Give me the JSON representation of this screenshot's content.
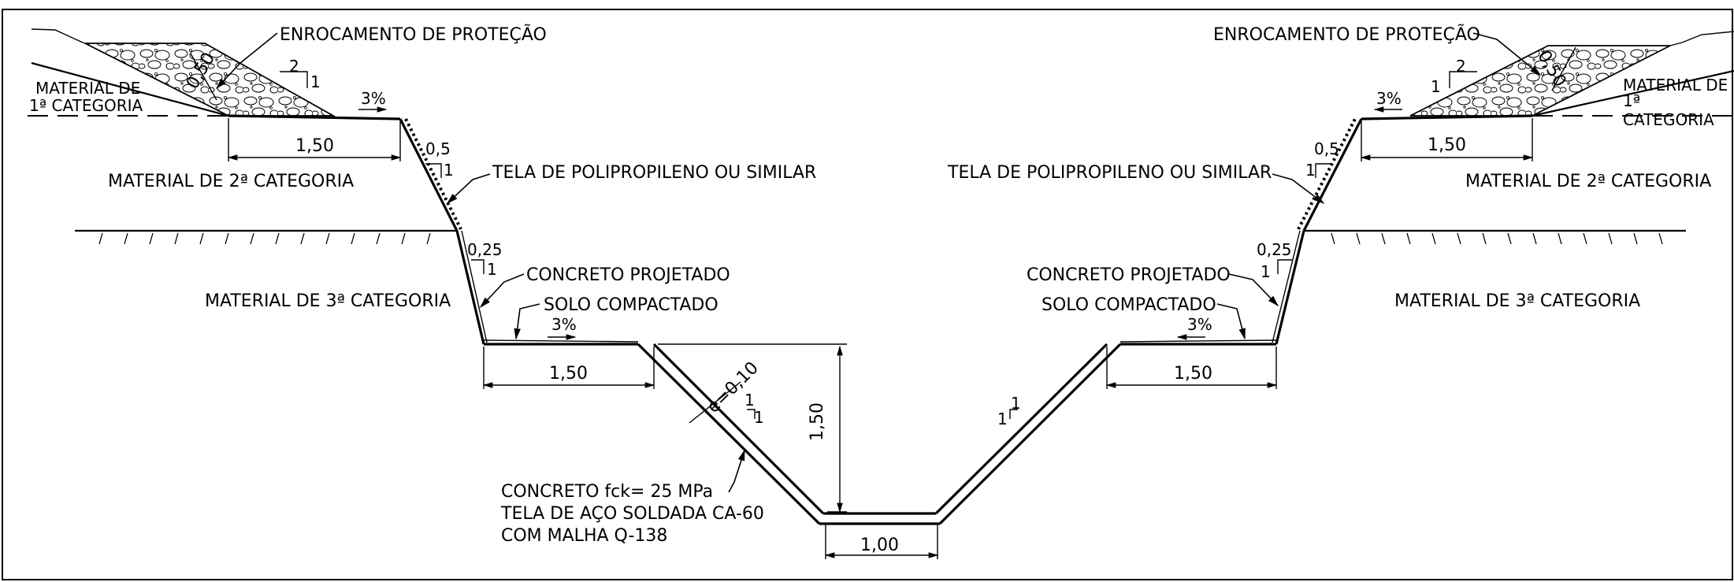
{
  "labels": {
    "rock_left": "ENROCAMENTO DE PROTEÇÃO",
    "rock_right": "ENROCAMENTO DE PROTEÇÃO",
    "mat1_left_a": "MATERIAL DE",
    "mat1_left_b": "1ª CATEGORIA",
    "mat1_right_a": "MATERIAL DE",
    "mat1_right_b": "1ª CATEGORIA",
    "mat2_left": "MATERIAL DE 2ª CATEGORIA",
    "mat2_right": "MATERIAL DE 2ª CATEGORIA",
    "mat3_left": "MATERIAL DE 3ª CATEGORIA",
    "mat3_right": "MATERIAL DE 3ª CATEGORIA",
    "tela_left": "TELA DE POLIPROPILENO OU SIMILAR",
    "tela_right": "TELA DE POLIPROPILENO OU SIMILAR",
    "concreto_left": "CONCRETO PROJETADO",
    "concreto_right": "CONCRETO PROJETADO",
    "solo_left": "SOLO COMPACTADO",
    "solo_right": "SOLO COMPACTADO",
    "note_line1": "CONCRETO fck= 25 MPa",
    "note_line2": "TELA DE AÇO SOLDADA CA-60",
    "note_line3": "COM MALHA Q-138"
  },
  "dimensions": {
    "berm_top_left": "1,50",
    "berm_top_right": "1,50",
    "berm_mid_left": "1,50",
    "berm_mid_right": "1,50",
    "channel_depth": "1,50",
    "channel_bottom": "1,00",
    "rock_thickness_left": "0,50",
    "rock_thickness_right": "0,50",
    "lining_thickness": "e=0,10"
  },
  "slopes": {
    "rock_left_h": "2",
    "rock_left_v": "1",
    "rock_right_h": "2",
    "rock_right_v": "1",
    "upper_left_h": "0,5",
    "upper_left_v": "1",
    "upper_right_h": "0,5",
    "upper_right_v": "1",
    "lower_left_h": "0,25",
    "lower_left_v": "1",
    "lower_right_h": "0,25",
    "lower_right_v": "1",
    "channel_left_h": "1",
    "channel_left_v": "1",
    "channel_right_h": "1",
    "channel_right_v": "1",
    "grade_top_left": "3%",
    "grade_top_right": "3%",
    "grade_mid_left": "3%",
    "grade_mid_right": "3%"
  }
}
